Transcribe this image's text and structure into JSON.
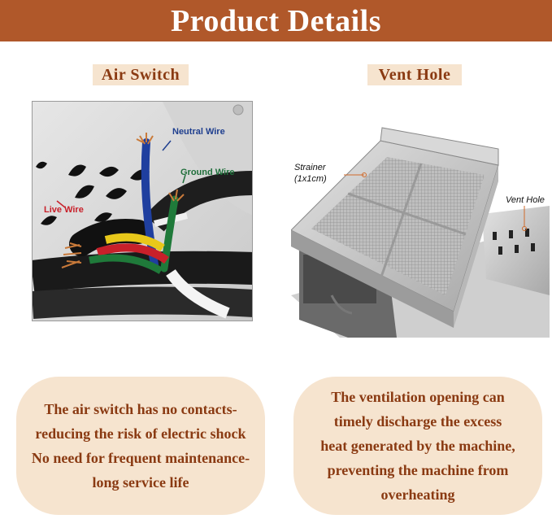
{
  "header": {
    "title": "Product Details"
  },
  "left_section": {
    "label": "Air Switch",
    "callouts": {
      "neutral": "Neutral Wire",
      "ground": "Ground Wire",
      "live": "Live Wire"
    },
    "description_lines": [
      "The air switch has no contacts-",
      "reducing the risk of electric shock",
      "No need for frequent maintenance-",
      "long service life"
    ]
  },
  "right_section": {
    "label": "Vent Hole",
    "callouts": {
      "strainer": "Strainer",
      "strainer_size": "(1x1cm)",
      "vent": "Vent Hole"
    },
    "description_lines": [
      "The ventilation opening can",
      "timely discharge the excess",
      "heat generated by the machine,",
      "preventing the machine from",
      "overheating"
    ]
  },
  "colors": {
    "banner": "#b0582a",
    "label_bg": "#f6e4cf",
    "text_brown": "#8a3a12",
    "neutral_wire": "#1f3f8f",
    "ground_wire": "#1f6e3a",
    "live_wire": "#c8202a"
  }
}
